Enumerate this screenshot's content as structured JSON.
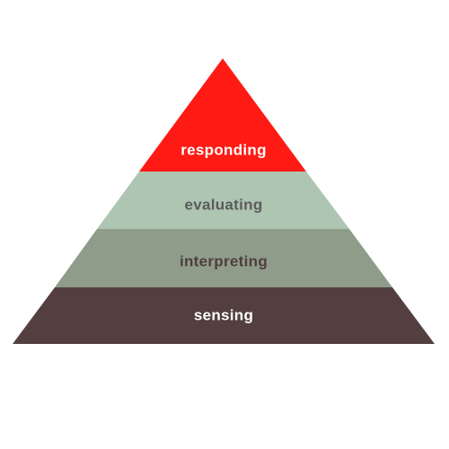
{
  "pyramid": {
    "tiers": [
      {
        "id": "responding",
        "label": "responding",
        "fill": "#ff1a14",
        "text_color": "#ffffff"
      },
      {
        "id": "evaluating",
        "label": "evaluating",
        "fill": "#adc5b1",
        "text_color": "#5b5b5b"
      },
      {
        "id": "interpreting",
        "label": "interpreting",
        "fill": "#8f9c89",
        "text_color": "#4e3e40"
      },
      {
        "id": "sensing",
        "label": "sensing",
        "fill": "#533f40",
        "text_color": "#ffffff"
      }
    ]
  }
}
